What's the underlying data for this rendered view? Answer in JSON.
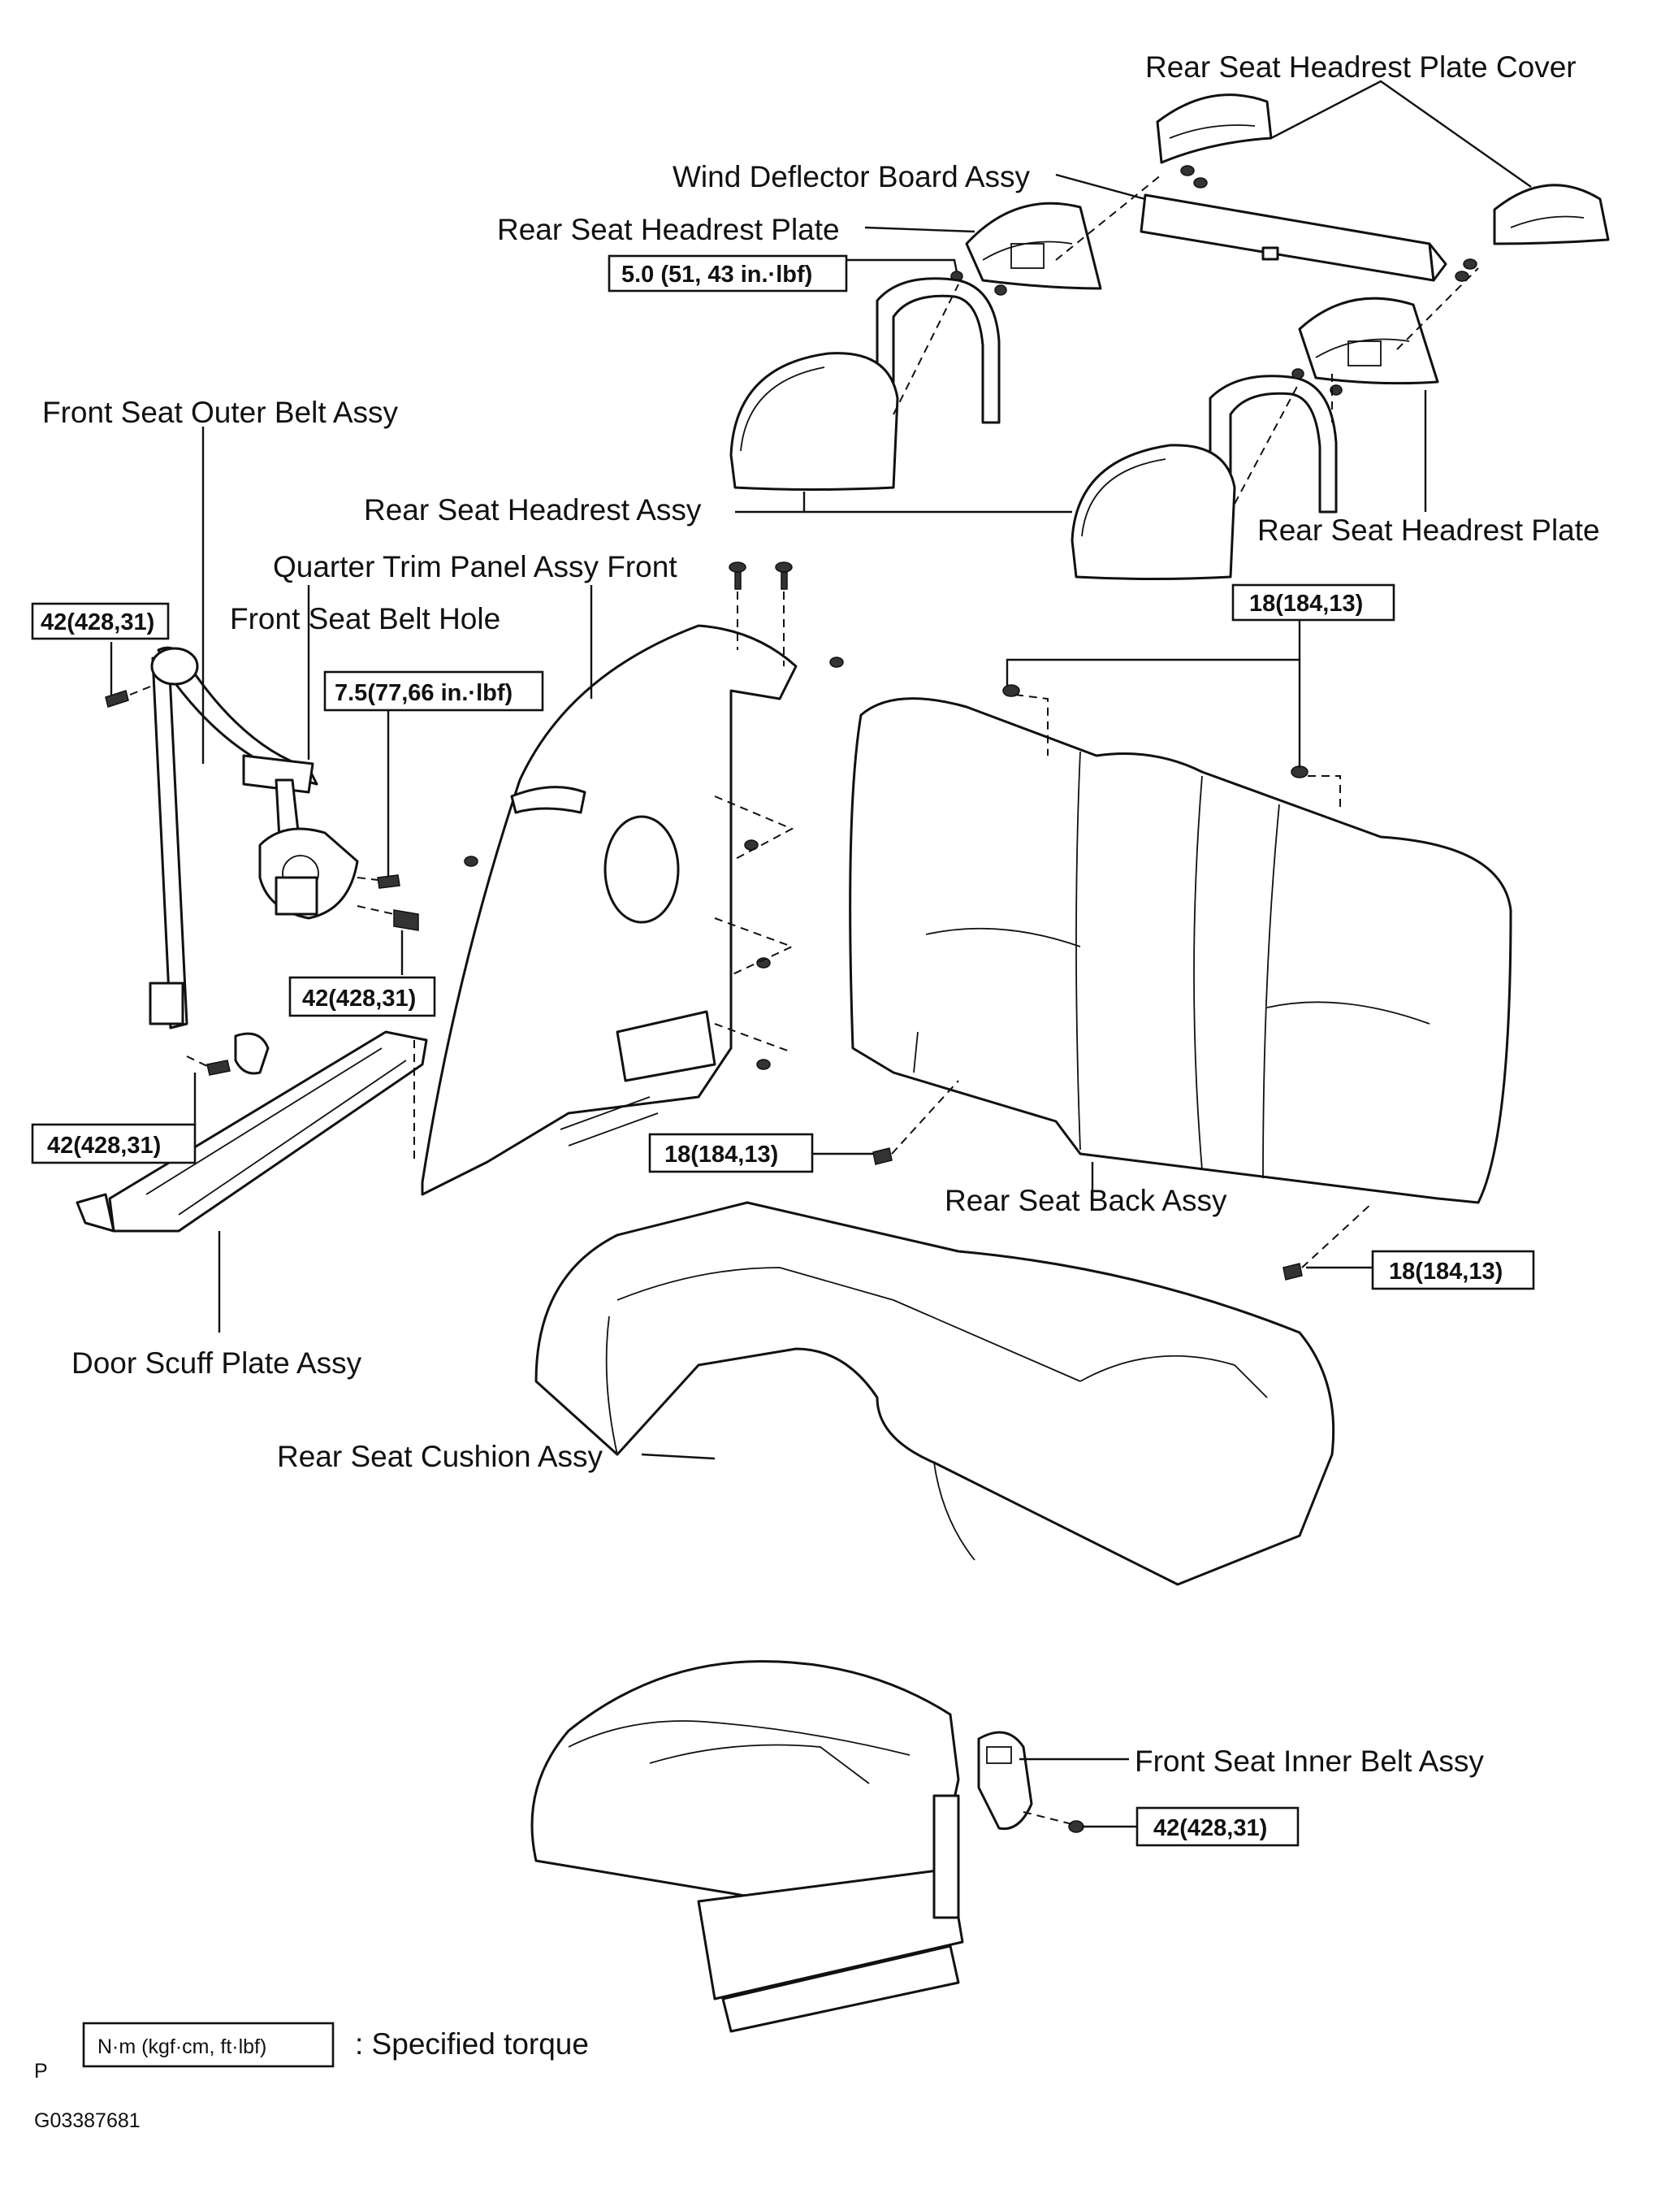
{
  "labels": {
    "rear_headrest_plate_cover": "Rear Seat Headrest Plate Cover",
    "wind_deflector": "Wind Deflector Board Assy",
    "rear_headrest_plate_left": "Rear Seat Headrest Plate",
    "front_outer_belt": "Front Seat Outer Belt Assy",
    "rear_headrest_assy": "Rear Seat Headrest Assy",
    "rear_headrest_plate_right": "Rear Seat Headrest Plate",
    "quarter_trim_panel": "Quarter Trim Panel Assy Front",
    "front_belt_hole": "Front Seat Belt Hole",
    "rear_seat_back": "Rear Seat Back Assy",
    "door_scuff_plate": "Door Scuff Plate Assy",
    "rear_seat_cushion": "Rear Seat Cushion Assy",
    "front_inner_belt": "Front Seat Inner Belt Assy"
  },
  "torques": {
    "headrest_plate": "5.0 (51, 43 in.·lbf)",
    "outer_belt_upper": "42(428,31)",
    "belt_hole": "7.5(77,66 in.·lbf)",
    "retractor": "42(428,31)",
    "outer_belt_lower": "42(428,31)",
    "seat_back_top": "18(184,13)",
    "seat_back_left": "18(184,13)",
    "seat_back_right": "18(184,13)",
    "inner_belt": "42(428,31)"
  },
  "legend": {
    "unit_box": "N·m (kgf·cm, ft·lbf)",
    "unit_desc": ": Specified torque",
    "letter": "P"
  },
  "figure_code": "G03387681"
}
